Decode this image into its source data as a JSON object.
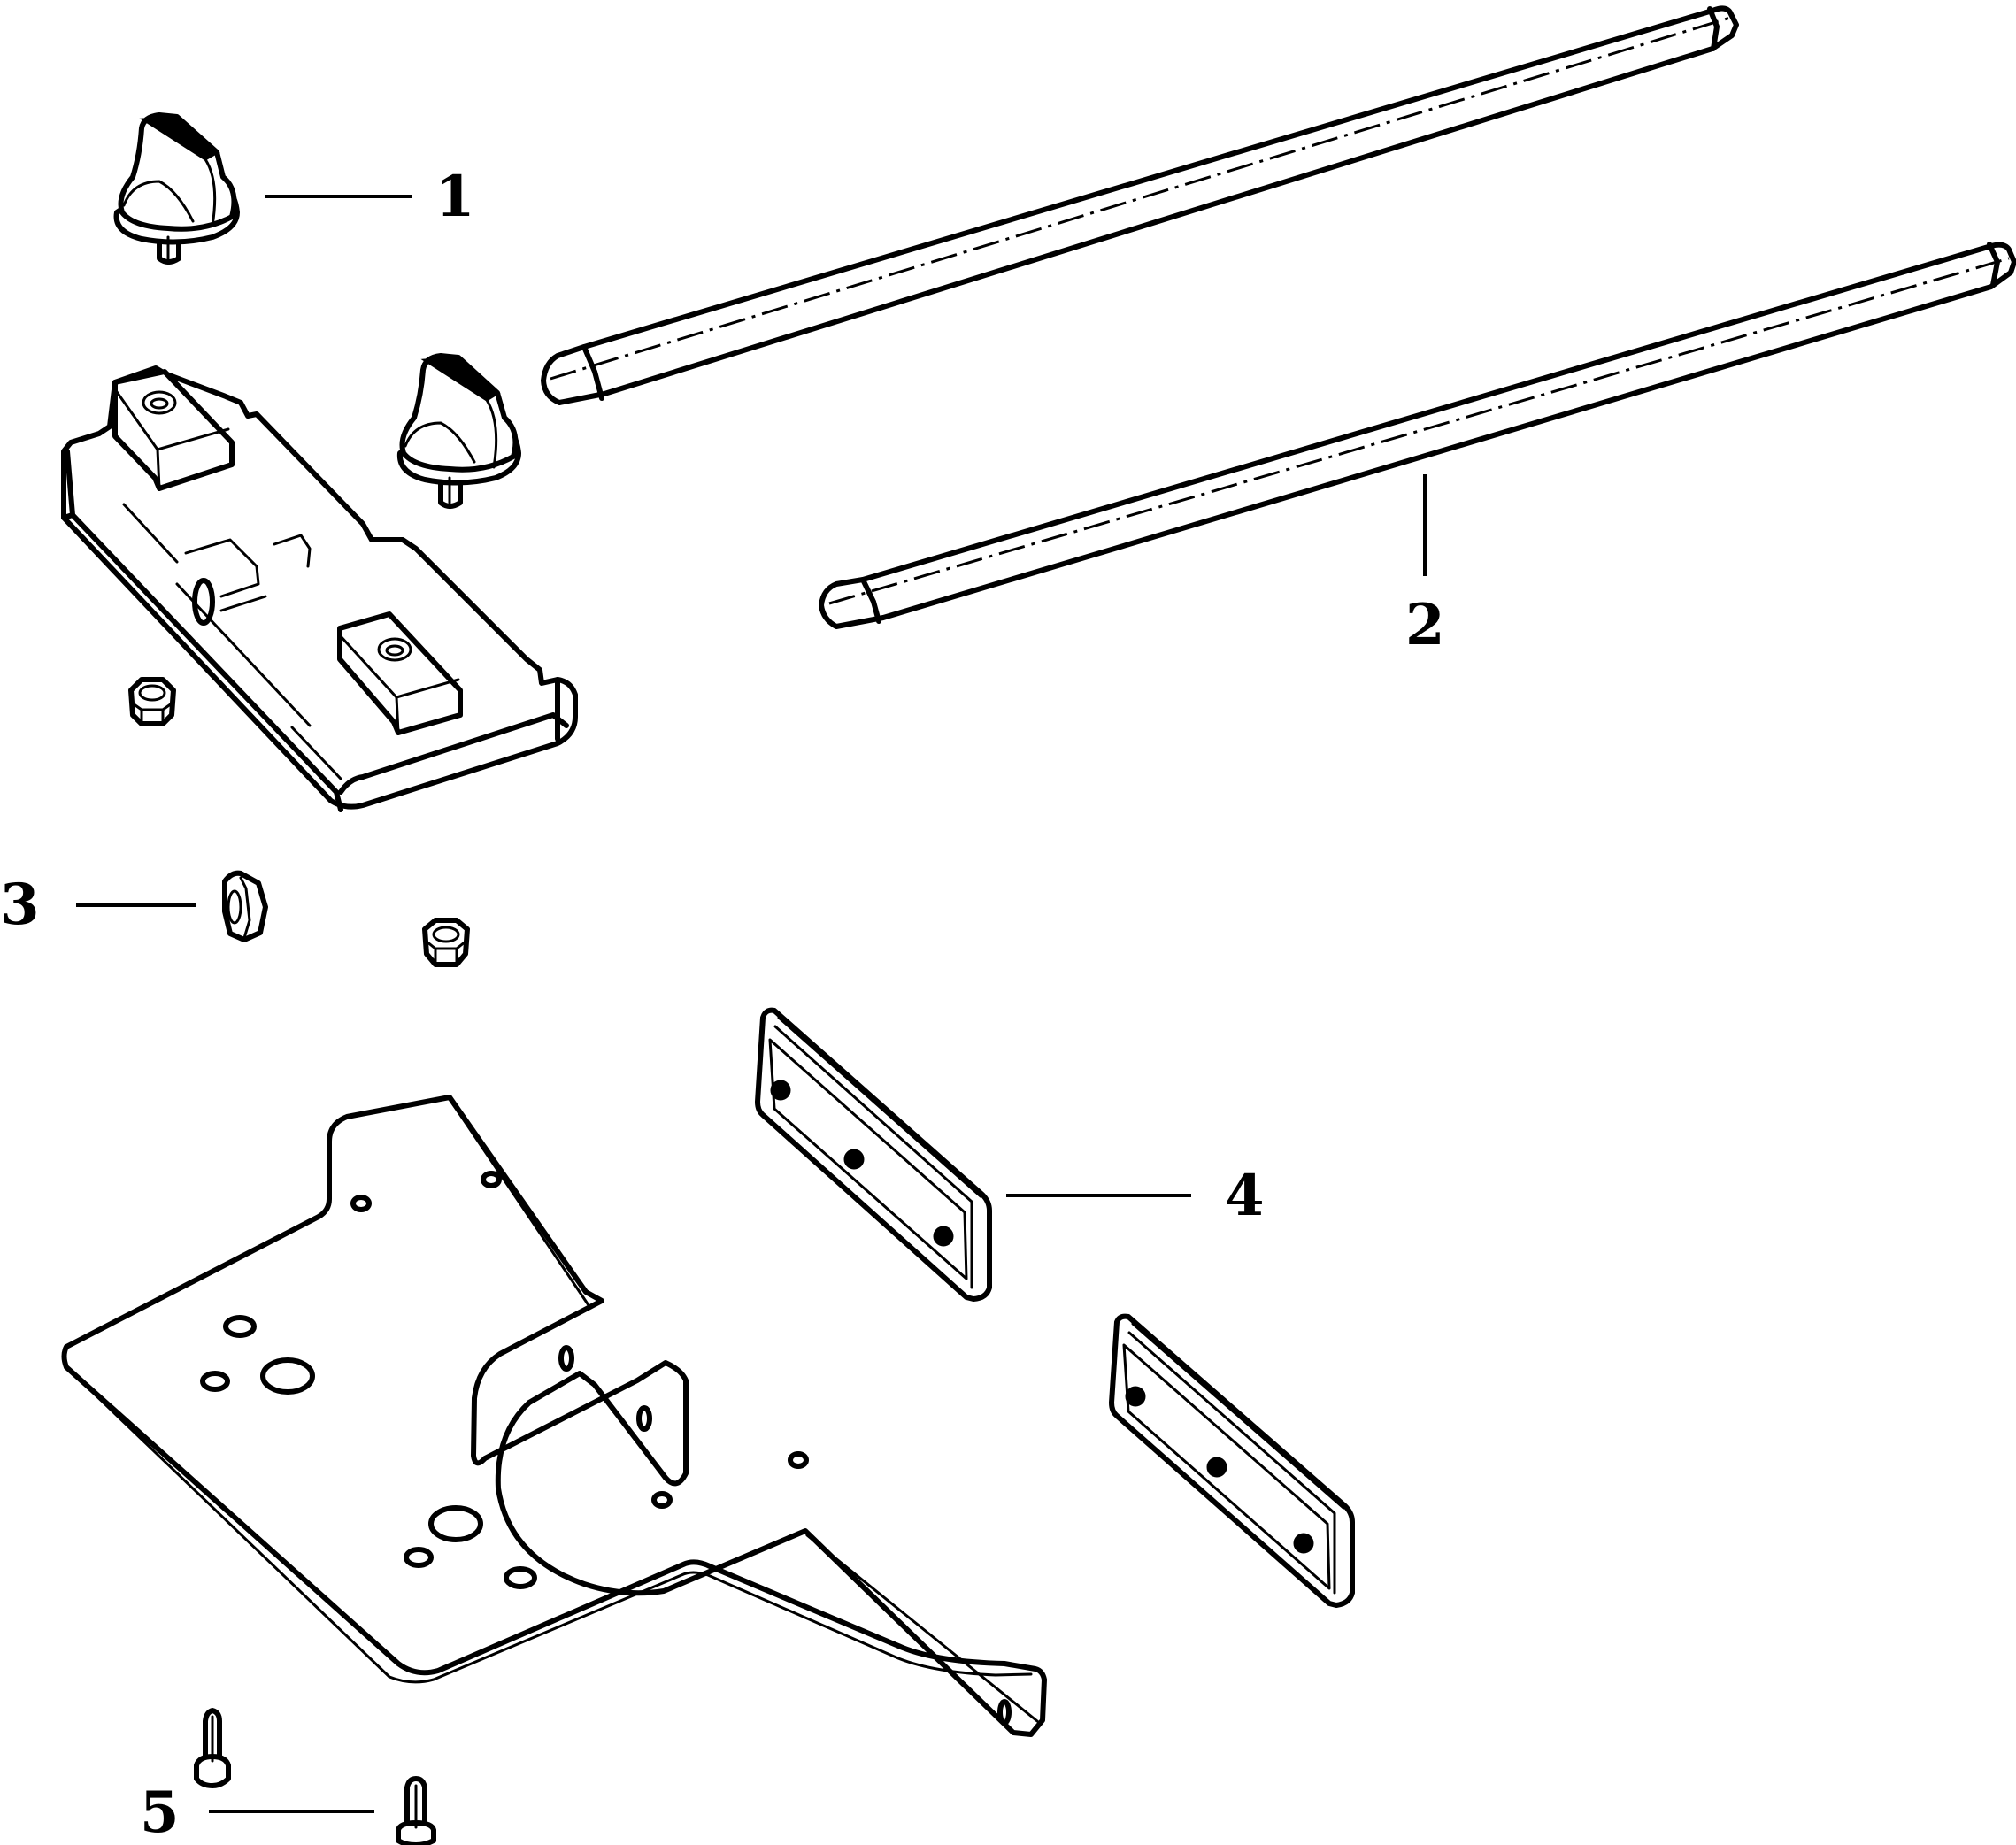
{
  "diagram": {
    "type": "exploded-parts-view",
    "line_color": "#000000",
    "background": "#ffffff",
    "callouts": [
      {
        "number": "1",
        "part": "knob"
      },
      {
        "number": "2",
        "part": "guide-rod"
      },
      {
        "number": "3",
        "part": "hex-nut"
      },
      {
        "number": "4",
        "part": "foot-pad"
      },
      {
        "number": "5",
        "part": "screw"
      }
    ]
  }
}
